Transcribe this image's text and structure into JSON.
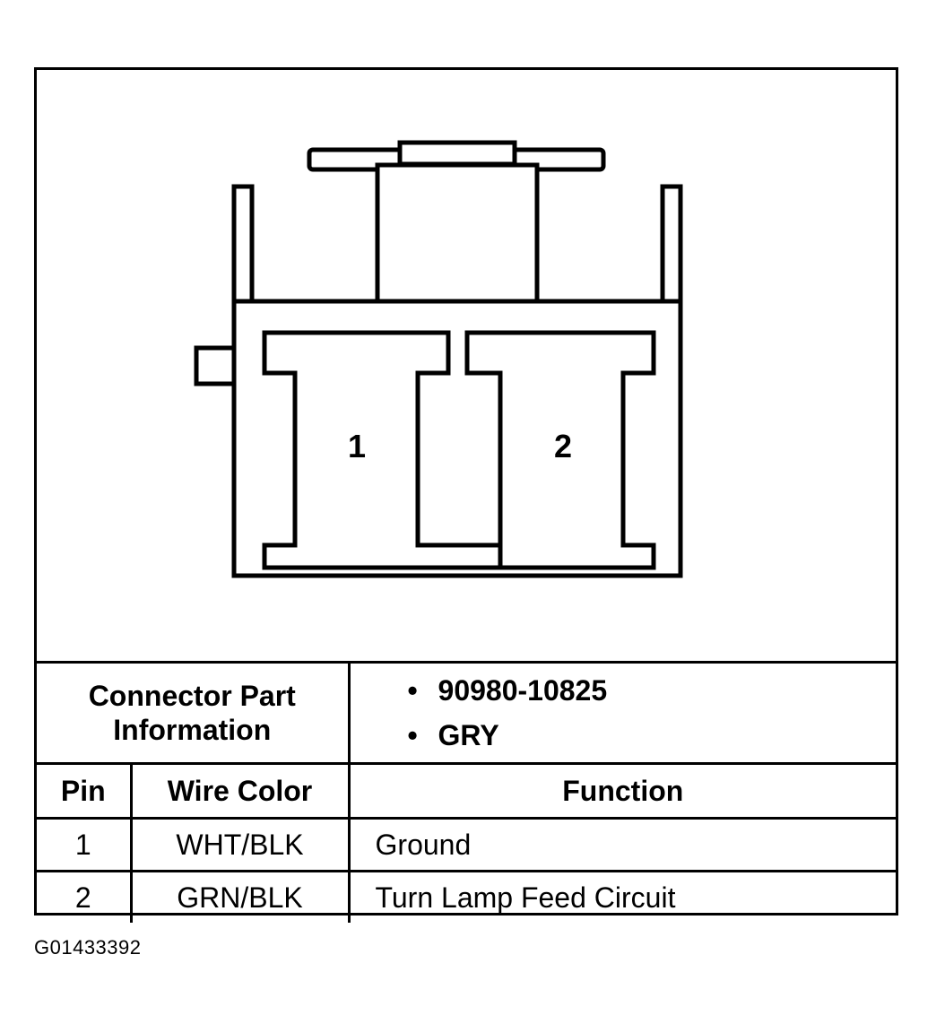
{
  "connector": {
    "pins": [
      {
        "number": "1"
      },
      {
        "number": "2"
      }
    ]
  },
  "part_info": {
    "label_line1": "Connector Part",
    "label_line2": "Information",
    "bullet_symbol": "•",
    "values": [
      "90980-10825",
      "GRY"
    ]
  },
  "table": {
    "headers": {
      "pin": "Pin",
      "wire_color": "Wire Color",
      "function": "Function"
    },
    "rows": [
      {
        "pin": "1",
        "wire_color": "WHT/BLK",
        "function": "Ground"
      },
      {
        "pin": "2",
        "wire_color": "GRN/BLK",
        "function": "Turn Lamp Feed Circuit"
      }
    ]
  },
  "figure_id": "G01433392"
}
